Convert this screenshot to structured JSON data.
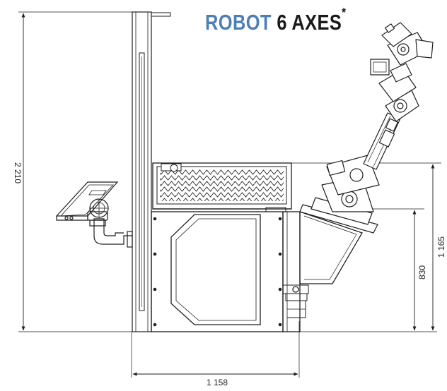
{
  "title": {
    "word1": "ROBOT",
    "word2": "6 AXES",
    "mark": "*"
  },
  "dimensions": {
    "total_height": "2 210",
    "total_width": "1 158",
    "robot_base_height": "830",
    "table_height": "1 165"
  },
  "colors": {
    "title_accent": "#4d7fb5",
    "title_dark": "#1a1a1a",
    "line": "#1e1e1e"
  }
}
